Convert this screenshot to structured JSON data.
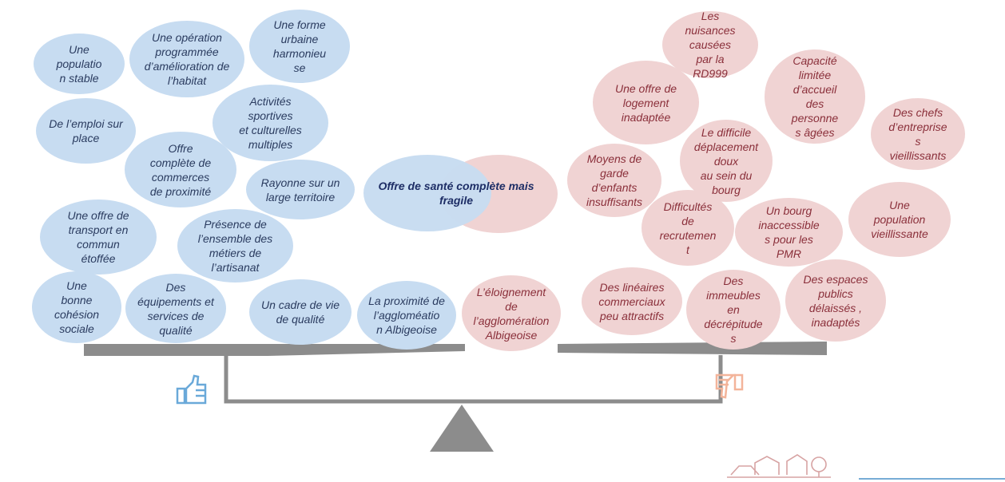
{
  "center": {
    "label": "Offre de santé\ncomplète mais fragile"
  },
  "positives": [
    "Une\npopulatio\nn stable",
    "Une opération\nprogrammée\nd’amélioration de\nl’habitat",
    "Une forme\nurbaine\nharmonieu\nse",
    "De l’emploi sur\nplace",
    "Activités\nsportives\net culturelles\nmultiples",
    "Offre\ncomplète de\ncommerces\nde proximité",
    "Rayonne sur un\nlarge territoire",
    "Une offre de\ntransport en\ncommun\nétoffée",
    "Présence de\nl’ensemble des\nmétiers de\nl’artisanat",
    "Une\nbonne\ncohésion\nsociale",
    "Des\néquipements et\nservices de\nqualité",
    "Un cadre de vie\nde qualité",
    "La proximité de\nl’aggloméatio\nn Albigeoise"
  ],
  "negatives": [
    "Les\nnuisances\ncausées\npar la\nRD999",
    "Une offre de\nlogement\ninadaptée",
    "Capacité\nlimitée\nd’accueil\ndes\npersonne\ns âgées",
    "Des chefs\nd’entreprise\ns\nvieillissants",
    "Moyens de\ngarde\nd’enfants\ninsuffisants",
    "Le difficile\ndéplacement\ndoux\nau sein du\nbourg",
    "Une\npopulation\nvieillissante",
    "Difficultés\nde\nrecrutemen\nt",
    "Un bourg\ninaccessible\ns pour les\nPMR",
    "L’éloignement\nde\nl’agglomération\nAlbigeoise",
    "Des linéaires\ncommerciaux\npeu attractifs",
    "Des\nimmeubles\nen\ndécrépitude\ns",
    "Des espaces\npublics\ndélaissés ,\ninadaptés"
  ],
  "colors": {
    "positive": "#c7dcf1",
    "negative": "#f0d3d3",
    "scale": "#8c8c8c",
    "thumb_up": "#6aa9d9",
    "thumb_down": "#f3b49a"
  },
  "icons": {
    "left": "thumbs-up-icon",
    "right": "thumbs-down-icon",
    "footer": "village-logo"
  }
}
